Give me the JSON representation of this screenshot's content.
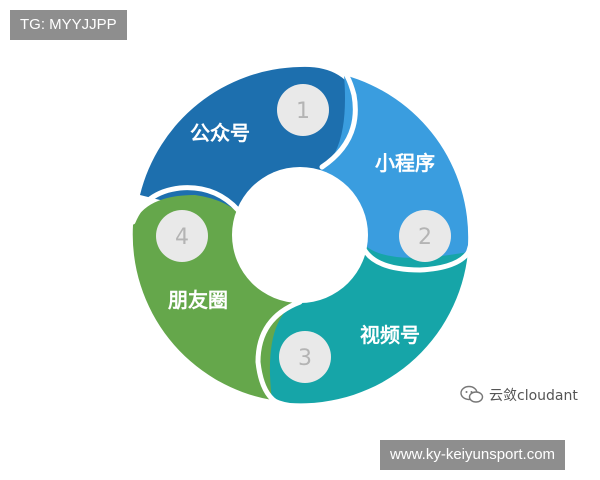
{
  "overlays": {
    "top_tag": "TG: MYYJJPP",
    "bottom_url": "www.ky-keiyunsport.com",
    "watermark_text": "云敛cloudant"
  },
  "cycle": {
    "segments": [
      {
        "number": "1",
        "label": "公众号",
        "color": "#1d6fae"
      },
      {
        "number": "2",
        "label": "小程序",
        "color": "#3a9ddf"
      },
      {
        "number": "3",
        "label": "视频号",
        "color": "#16a5a8"
      },
      {
        "number": "4",
        "label": "朋友圈",
        "color": "#65a74b"
      }
    ]
  }
}
